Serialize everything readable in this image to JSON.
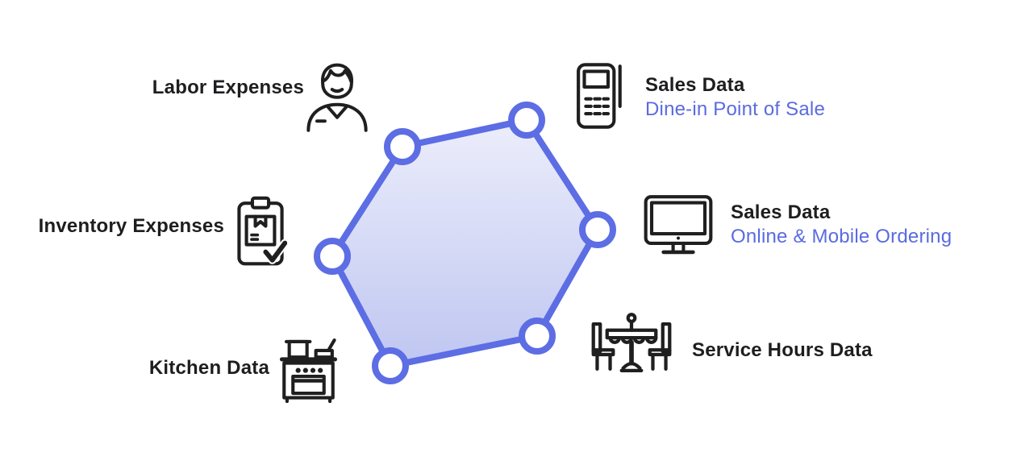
{
  "diagram": {
    "title": "",
    "items": [
      {
        "id": "labor-expenses",
        "label": "Labor Expenses",
        "sublabel": "",
        "icon": "person-icon"
      },
      {
        "id": "sales-dine-in",
        "label": "Sales Data",
        "sublabel": "Dine-in Point of Sale",
        "icon": "pos-terminal-icon"
      },
      {
        "id": "inventory-expenses",
        "label": "Inventory Expenses",
        "sublabel": "",
        "icon": "clipboard-check-icon"
      },
      {
        "id": "sales-online",
        "label": "Sales Data",
        "sublabel": "Online & Mobile Ordering",
        "icon": "monitor-icon"
      },
      {
        "id": "kitchen-data",
        "label": "Kitchen Data",
        "sublabel": "",
        "icon": "stove-icon"
      },
      {
        "id": "service-hours",
        "label": "Service Hours Data",
        "sublabel": "",
        "icon": "dining-table-icon"
      }
    ],
    "hexagon": {
      "node_count": 6
    },
    "colors": {
      "accent": "#5D6DE4",
      "subtitle_text": "#5A6BE0",
      "hex_fill_top": "#ECEEFB",
      "hex_fill_bottom": "#BFC6F1",
      "title_text": "#1E1E20",
      "icon_stroke": "#1F1F1F"
    }
  }
}
